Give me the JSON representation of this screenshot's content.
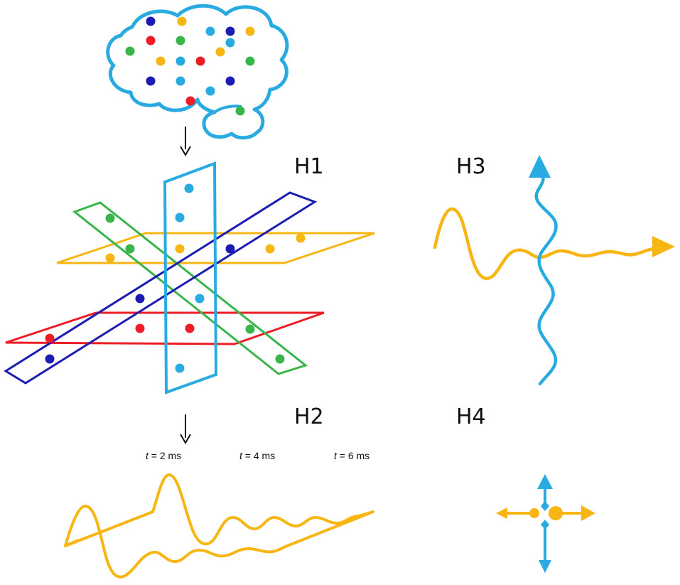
{
  "labels": {
    "h1": "H1",
    "h2": "H2",
    "h3": "H3",
    "h4": "H4"
  },
  "time_labels": [
    {
      "var": "t",
      "rest": " = 2 ms"
    },
    {
      "var": "t",
      "rest": " = 4 ms"
    },
    {
      "var": "t",
      "rest": " = 6 ms"
    }
  ],
  "colors": {
    "cyan": "#29abe2",
    "yellow": "#f7b614",
    "red": "#ee1c24",
    "green": "#39b54a",
    "blue": "#1c1cb4",
    "arrow": "#111111"
  },
  "icons": [
    "brain-cloud-icon",
    "down-arrow-icon",
    "wave-arrow-icon",
    "compass-arrows-icon"
  ]
}
